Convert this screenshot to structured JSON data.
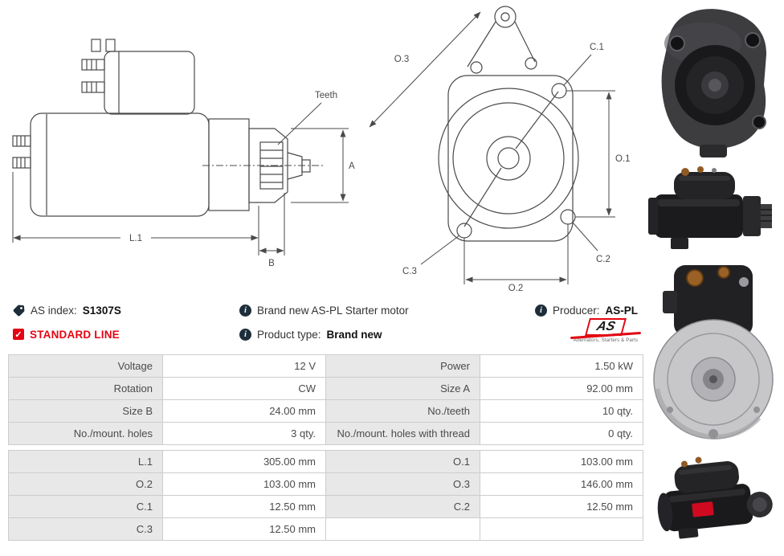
{
  "colors": {
    "accent_red": "#e30613"
  },
  "icons": {
    "check": "✓",
    "info": "i"
  },
  "info": {
    "as_index": {
      "label": "AS index:",
      "value": "S1307S"
    },
    "standard_line": "STANDARD LINE",
    "brand_new": "Brand new AS-PL Starter motor",
    "product_type": {
      "label": "Product type:",
      "value": "Brand new"
    },
    "producer": {
      "label": "Producer:",
      "value": "AS-PL"
    }
  },
  "logo": {
    "text": "AS",
    "tagline": "Alternators, Starters & Parts"
  },
  "diagrams": {
    "side": {
      "teeth": "Teeth",
      "a": "A",
      "l1": "L.1",
      "b": "B"
    },
    "front": {
      "o1": "O.1",
      "o2": "O.2",
      "o3": "O.3",
      "c1": "C.1",
      "c2": "C.2",
      "c3": "C.3"
    }
  },
  "spec_table": {
    "groups": [
      {
        "rows": [
          {
            "c0": "Voltage",
            "c1": "12 V",
            "c2": "Power",
            "c3": "1.50 kW"
          },
          {
            "c0": "Rotation",
            "c1": "CW",
            "c2": "Size A",
            "c3": "92.00 mm"
          },
          {
            "c0": "Size B",
            "c1": "24.00 mm",
            "c2": "No./teeth",
            "c3": "10 qty."
          },
          {
            "c0": "No./mount. holes",
            "c1": "3 qty.",
            "c2": "No./mount. holes with thread",
            "c3": "0 qty."
          }
        ]
      },
      {
        "rows": [
          {
            "c0": "L.1",
            "c1": "305.00 mm",
            "c2": "O.1",
            "c3": "103.00 mm"
          },
          {
            "c0": "O.2",
            "c1": "103.00 mm",
            "c2": "O.3",
            "c3": "146.00 mm"
          },
          {
            "c0": "C.1",
            "c1": "12.50 mm",
            "c2": "C.2",
            "c3": "12.50 mm"
          },
          {
            "c0": "C.3",
            "c1": "12.50 mm",
            "c2": "",
            "c3": ""
          }
        ]
      }
    ]
  }
}
